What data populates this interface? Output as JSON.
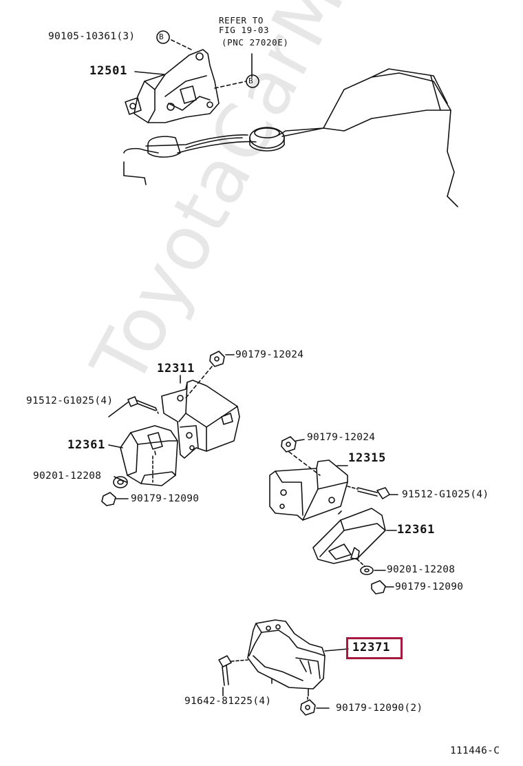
{
  "watermark": "ToyotaCarMine.ru",
  "refer": {
    "line1": "REFER TO",
    "line2": "FIG 19-03",
    "line3": "(PNC 27020E)"
  },
  "callout_letter": "B",
  "parts": {
    "p90105": "90105-10361(3)",
    "p12501": "12501",
    "p90179_top": "90179-12024",
    "p12311": "12311",
    "p91512_left": "91512-G1025(4)",
    "p12361_left": "12361",
    "p90201_left": "90201-12208",
    "p90179_left": "90179-12090",
    "p90179_mid": "90179-12024",
    "p12315": "12315",
    "p91512_right": "91512-G1025(4)",
    "p12361_right": "12361",
    "p90201_right": "90201-12208",
    "p90179_right": "90179-12090",
    "p12371": "12371",
    "p91642": "91642-81225(4)",
    "p90179_bottom": "90179-12090(2)"
  },
  "highlight_color": "#a5193f",
  "figure_id": "111446-C"
}
